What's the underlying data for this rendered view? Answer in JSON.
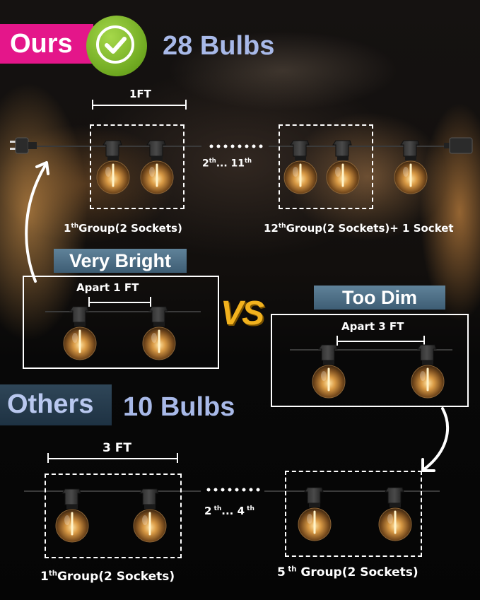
{
  "ours": {
    "badge": "Ours",
    "count": "28 Bulbs",
    "spacing": "1FT",
    "range_text": "2",
    "range_sup1": "th",
    "range_mid": "... 11",
    "range_sup2": "th",
    "group1_label_pre": "1",
    "group1_label_sup": "th",
    "group1_label_post": "Group(2 Sockets)",
    "group12_label_pre": "12",
    "group12_label_sup": "th",
    "group12_label_post": "Group(2 Sockets)+ 1 Socket"
  },
  "compare": {
    "bright_label": "Very Bright",
    "bright_spacing": "Apart 1 FT",
    "vs": "VS",
    "dim_label": "Too Dim",
    "dim_spacing": "Apart 3 FT"
  },
  "others": {
    "badge": "Others",
    "count": "10 Bulbs",
    "spacing": "3 FT",
    "range_text": "2",
    "range_sup1": " th",
    "range_mid": "... 4",
    "range_sup2": " th",
    "group1_label_pre": "1",
    "group1_label_sup": "th",
    "group1_label_post": "Group(2 Sockets)",
    "group5_label_pre": "5",
    "group5_label_sup": " th",
    "group5_label_post": " Group(2 Sockets)"
  },
  "colors": {
    "ours_badge": "#e4168a",
    "check_green": "#7cb82a",
    "heading_blue": "#a8b9e8",
    "banner_blue": "#4f7088",
    "vs_gold": "#f2b21e",
    "bulb_glow": "#ffb347"
  },
  "icons": [
    "check-icon",
    "plug-icon",
    "socket-icon",
    "bulb-icon",
    "curved-arrow-icon"
  ]
}
